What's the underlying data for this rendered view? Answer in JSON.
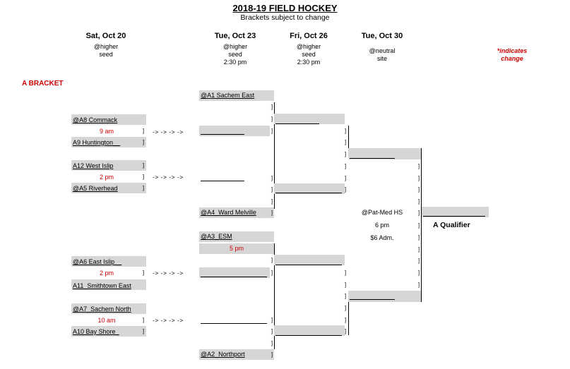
{
  "header": {
    "title": "2018-19  FIELD HOCKEY",
    "subtitle": "Brackets subject to change"
  },
  "dates": [
    {
      "day": "Sat, Oct 20",
      "lines": [
        "@higher",
        "seed",
        ""
      ]
    },
    {
      "day": "Tue, Oct 23",
      "lines": [
        "@higher",
        "seed",
        "2:30 pm"
      ]
    },
    {
      "day": "Fri, Oct 26",
      "lines": [
        "@higher",
        "seed",
        "2:30 pm"
      ]
    },
    {
      "day": "Tue, Oct 30",
      "lines": [
        "@neutral",
        "site",
        ""
      ]
    }
  ],
  "note": {
    "line1": "*indicates",
    "line2": "change"
  },
  "bracket_label": "A BRACKET",
  "first_round": [
    {
      "top": "@A8 Commack",
      "time": "9 am",
      "bottom": "A9 Huntington__",
      "arrow": "-> -> -> ->"
    },
    {
      "top": "A12 West Islip",
      "time": "2 pm",
      "bottom": "@A5 Riverhead",
      "arrow": "-> -> -> ->"
    },
    {
      "top": "@A6 East Islip__",
      "time": "2 pm",
      "bottom": "A11_Smithtown East",
      "arrow": "-> -> -> ->"
    },
    {
      "top": "@A7_Sachem North",
      "time": "10 am",
      "bottom": "A10 Bay Shore_",
      "arrow": "-> -> -> ->"
    }
  ],
  "byes": {
    "a1": "@A1 Sachem East",
    "a4": "@A4_Ward Melville",
    "a3": "@A3_ESM",
    "a3_time": "5 pm",
    "a2": "@A2_Northport"
  },
  "final": {
    "site": "@Pat-Med HS",
    "time": "6 pm",
    "admission": "$6 Adm.",
    "qualifier": "A Qualifier"
  },
  "bracket_mark": "]"
}
